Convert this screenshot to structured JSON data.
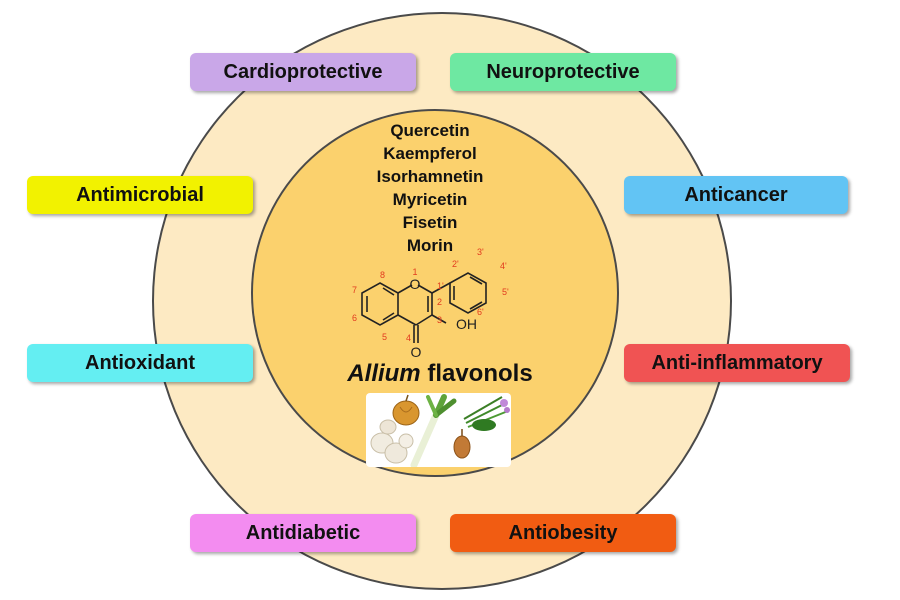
{
  "center": {
    "compounds": [
      "Quercetin",
      "Kaempferol",
      "Isorhamnetin",
      "Myricetin",
      "Fisetin",
      "Morin"
    ],
    "title_italic": "Allium",
    "title_rest": "flavonols",
    "structure": {
      "atom_numbers": [
        "1",
        "2",
        "3",
        "4",
        "5",
        "6",
        "7",
        "8",
        "1'",
        "2'",
        "3'",
        "4'",
        "5'",
        "6'"
      ],
      "hydroxyl_label": "OH",
      "oxygen_ring": "O",
      "carbonyl_oxygen": "O"
    }
  },
  "activities": {
    "cardio": {
      "label": "Cardioprotective",
      "color": "#c9a7e8"
    },
    "neuro": {
      "label": "Neuroprotective",
      "color": "#6ee8a2"
    },
    "micro": {
      "label": "Antimicrobial",
      "color": "#f2f200"
    },
    "cancer": {
      "label": "Anticancer",
      "color": "#62c4f4"
    },
    "oxid": {
      "label": "Antioxidant",
      "color": "#64eef2"
    },
    "inflam": {
      "label": "Anti-inflammatory",
      "color": "#f05353"
    },
    "diab": {
      "label": "Antidiabetic",
      "color": "#f38cf0"
    },
    "obes": {
      "label": "Antiobesity",
      "color": "#f15c12"
    }
  },
  "colors": {
    "outer_circle": "#fdeac3",
    "inner_circle": "#fbd16d",
    "atom_number": "#e23b1f"
  }
}
